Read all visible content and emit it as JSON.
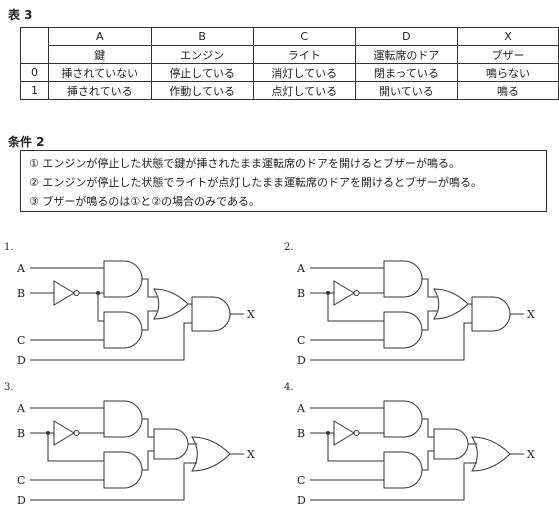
{
  "table3": {
    "title": "表 3",
    "headers": [
      "A",
      "B",
      "C",
      "D",
      "X"
    ],
    "subheaders": [
      "鍵",
      "エンジン",
      "ライト",
      "運転席のドア",
      "ブザー"
    ],
    "rows": [
      {
        "label": "0",
        "cells": [
          "挿されていない",
          "停止している",
          "消灯している",
          "閉まっている",
          "鳴らない"
        ]
      },
      {
        "label": "1",
        "cells": [
          "挿されている",
          "作動している",
          "点灯している",
          "開いている",
          "鳴る"
        ]
      }
    ]
  },
  "condition2": {
    "title": "条件 2",
    "items": [
      "① エンジンが停止した状態で鍵が挿されたまま運転席のドアを開けるとブザーが鳴る。",
      "② エンジンが停止した状態でライトが点灯したまま運転席のドアを開けるとブザーが鳴る。",
      "③ ブザーが鳴るのは①と②の場合のみである。"
    ]
  },
  "circuits": [
    {
      "number": "1.",
      "inputs": [
        "A",
        "B",
        "C",
        "D"
      ],
      "output": "X"
    },
    {
      "number": "2.",
      "inputs": [
        "A",
        "B",
        "C",
        "D"
      ],
      "output": "X"
    },
    {
      "number": "3.",
      "inputs": [
        "A",
        "B",
        "C",
        "D"
      ],
      "output": "X"
    },
    {
      "number": "4.",
      "inputs": [
        "A",
        "B",
        "C",
        "D"
      ],
      "output": "X"
    }
  ]
}
